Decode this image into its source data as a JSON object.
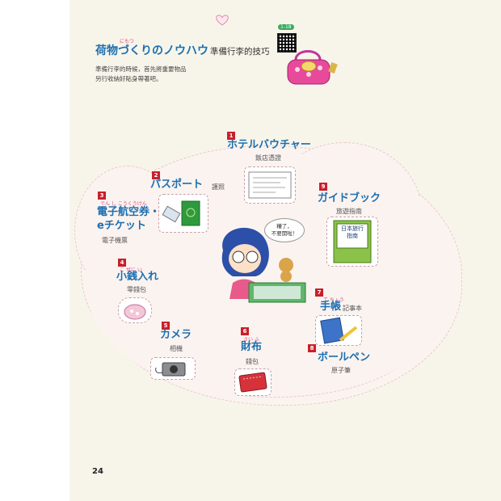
{
  "page": {
    "title": "荷物づくりのノウハウ",
    "title_zh": "準備行李的技巧",
    "title_ruby": "にもつ",
    "qr_tag": "1-18",
    "intro": "準備行李的時候，首先將重要物品\n另行收納好貼身帶著吧。",
    "page_number": "24",
    "speech_bubble": "糟了，\n不要開啦！"
  },
  "items": [
    {
      "num": "1",
      "label": "ホテルバウチャー",
      "sub": "飯店憑證"
    },
    {
      "num": "2",
      "label": "パスポート",
      "sub": "護照"
    },
    {
      "num": "3",
      "label": "電子航空券・\neチケット",
      "sub": "電子機票",
      "ruby": "でん し こうくうけん"
    },
    {
      "num": "4",
      "label": "小銭入れ",
      "sub": "零錢包",
      "ruby": "こ ぜに い"
    },
    {
      "num": "5",
      "label": "カメラ",
      "sub": "相機"
    },
    {
      "num": "6",
      "label": "財布",
      "sub": "錢包",
      "ruby": "さい ふ"
    },
    {
      "num": "7",
      "label": "手帳",
      "sub": "記事本",
      "ruby": "て ちょう"
    },
    {
      "num": "8",
      "label": "ボールペン",
      "sub": "原子筆"
    },
    {
      "num": "9",
      "label": "ガイドブック",
      "sub": "旅遊指南"
    }
  ],
  "guidebook_text": "日本旅行\n指南",
  "colors": {
    "accent": "#1c6fb0",
    "number_bg": "#c8202b",
    "ruby": "#e2457b"
  }
}
